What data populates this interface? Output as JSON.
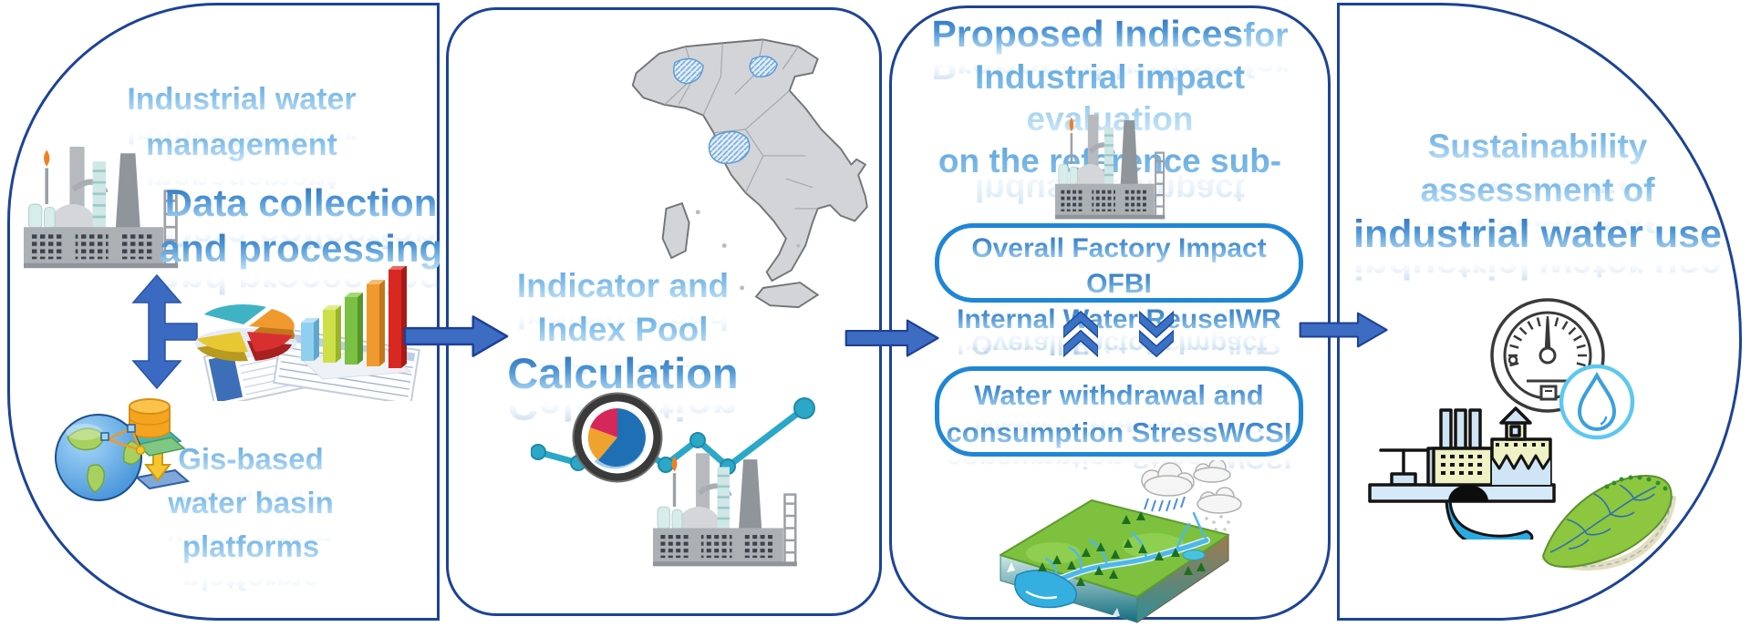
{
  "colors": {
    "panel_border": "#1c4396",
    "inner_box_border": "#1f86d6",
    "flow_arrow_fill": "#3d6cc3",
    "flow_arrow_outline": "#1e4096",
    "chevron_fill": "#3b72c6",
    "wordart_dark": "#2b6cb8",
    "wordart_light": "#57a2dc",
    "map_fill": "#d2d4d7",
    "map_highlight": "#9dc3e6",
    "background": "#ffffff"
  },
  "panel1": {
    "title": [
      "Industrial water",
      "management"
    ],
    "subtitle": [
      "Data collection",
      "and processing"
    ],
    "gis_caption": [
      "Gis-based",
      "water basin",
      "platforms"
    ],
    "icons": {
      "factory": "factory-plant-illustration",
      "charts": "pie-chart-bar-chart-spreadsheets",
      "globe": "gis-globe-database-layers",
      "vertical_arrow": "double-headed-vertical-arrow"
    }
  },
  "panel2": {
    "title": [
      "Indicator and",
      "Index Pool"
    ],
    "emphasis": "Calculation",
    "icons": {
      "map": "italy-sub-basins-map",
      "magnifier": "magnifier-pie-chart",
      "trend": "teal-line-chart",
      "factory": "factory-plant-illustration"
    }
  },
  "panel3": {
    "heading": {
      "strong": "Proposed Indices",
      "suffix": " for",
      "line2": "Industrial impact evaluation",
      "line3": "on the reference sub-basin:"
    },
    "box1": {
      "line1_text": "Overall Factory Impact ",
      "line1_acronym": "OFBI",
      "line2_text": "Internal Water Reuse ",
      "line2_acronym": "IWR"
    },
    "box2": {
      "line1_text": "Water withdrawal and",
      "line2_text": "consumption Stress ",
      "line2_acronym": "WCSI"
    },
    "icons": {
      "factory": "factory-plant-illustration",
      "up_arrow": "double-chevron-up",
      "down_arrow": "double-chevron-down",
      "watershed": "watershed-3d-block-illustration"
    }
  },
  "panel4": {
    "title": [
      "Sustainability",
      "assessment of"
    ],
    "emphasis": "industrial water use",
    "icons": {
      "gauge": "gauge-meter",
      "drop": "water-drop-badge",
      "factory_outflow": "factory-water-outflow",
      "basin": "leaf-shaped-river-basin"
    }
  },
  "flow": {
    "arrow_1_2": "right-arrow",
    "arrow_2_3": "right-arrow",
    "arrow_3_4": "right-arrow"
  }
}
